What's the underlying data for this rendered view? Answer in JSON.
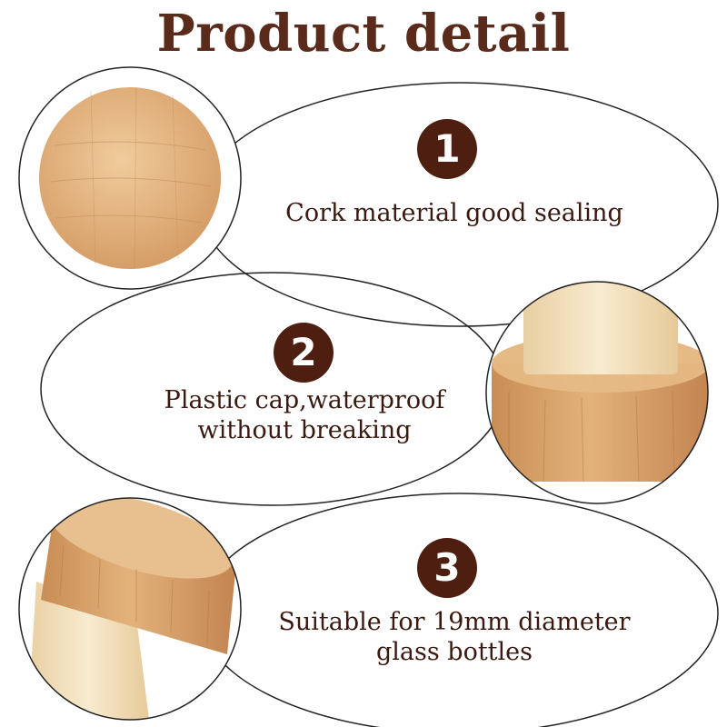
{
  "title": "Product detail",
  "features": [
    {
      "number": "1",
      "lines": [
        "Cork material good sealing"
      ]
    },
    {
      "number": "2",
      "lines": [
        "Plastic cap,waterproof",
        "without breaking"
      ]
    },
    {
      "number": "3",
      "lines": [
        "Suitable for 19mm diameter",
        "glass bottles"
      ]
    }
  ],
  "colors": {
    "title": "#5a2a1a",
    "badge": "#4e1f10",
    "wood": "#d8ab76",
    "plastic": "#f1dfbd"
  }
}
